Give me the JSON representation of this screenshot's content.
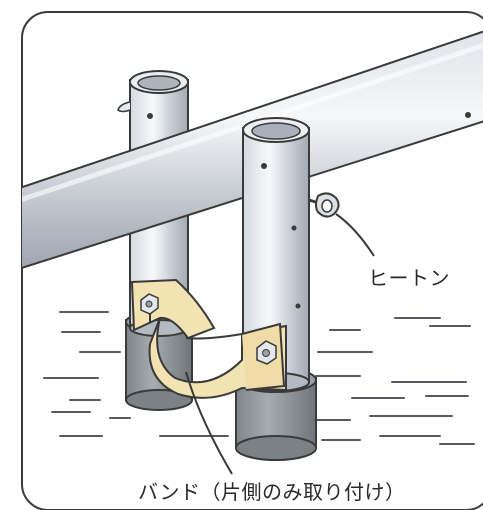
{
  "labels": {
    "heaton": "ヒートン",
    "band": "バンド（片側のみ取り付け）"
  },
  "colors": {
    "outline": "#3a3a3a",
    "pipe_light": "#f2f4f7",
    "pipe_mid": "#c9ced6",
    "pipe_dark": "#8e96a2",
    "band": "#f3e2b2",
    "base": "#8f9498",
    "water_line": "#555a60"
  },
  "icons": [
    "heaton-eye-hook",
    "bolt"
  ]
}
